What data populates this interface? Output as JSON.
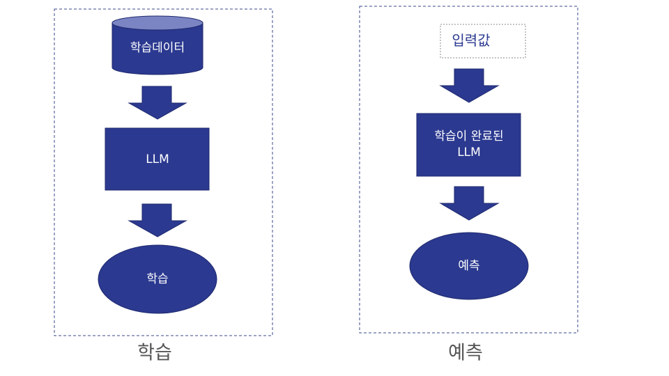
{
  "colors": {
    "shape_fill": "#2b3990",
    "shape_stroke": "#1f2a6e",
    "cylinder_top": "#7b85c4",
    "frame_border": "#3a4a8a",
    "caption": "#555555",
    "input_text": "#2b3990"
  },
  "training": {
    "data_label": "학습데이터",
    "model_label": "LLM",
    "result_label": "학습",
    "caption": "학습"
  },
  "prediction": {
    "input_label": "입력값",
    "model_line1": "학습이 완료된",
    "model_line2": "LLM",
    "result_label": "예측",
    "caption": "예측"
  }
}
